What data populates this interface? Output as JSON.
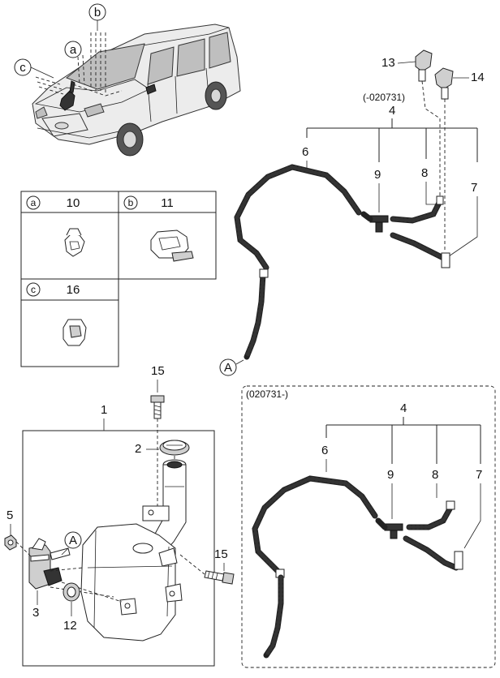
{
  "diagram": {
    "callouts": {
      "a": "a",
      "b": "b",
      "c": "c",
      "A": "A"
    },
    "table": {
      "cells": [
        {
          "letter": "a",
          "part": "10"
        },
        {
          "letter": "b",
          "part": "11"
        },
        {
          "letter": "c",
          "part": "16"
        }
      ]
    },
    "parts": {
      "p1": "1",
      "p2": "2",
      "p3": "3",
      "p4": "4",
      "p5": "5",
      "p6": "6",
      "p7": "7",
      "p8": "8",
      "p9": "9",
      "p12": "12",
      "p13": "13",
      "p14": "14",
      "p15": "15"
    },
    "variants": {
      "upper": "(-020731)",
      "lower": "(020731-)"
    }
  }
}
